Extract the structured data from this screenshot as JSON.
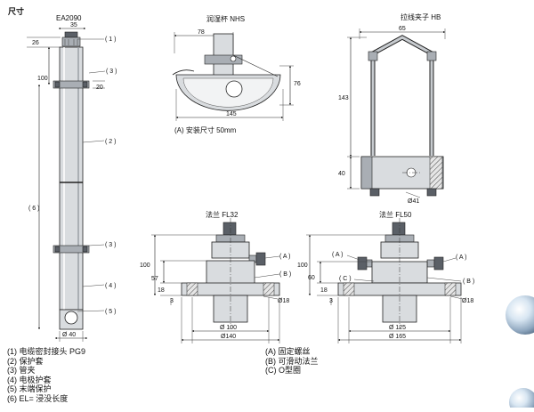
{
  "header": {
    "title": "尺寸"
  },
  "ea2090": {
    "title": "EA2090",
    "dims": {
      "d35": "35",
      "d26": "26",
      "d100": "100",
      "d20": "20",
      "d6": "( 6 )",
      "dia40": "Ø 40"
    },
    "callouts": [
      "( 1 )",
      "( 3 )",
      "( 2 )",
      "( 3 )",
      "( 4 )",
      "( 5 )"
    ]
  },
  "nhs": {
    "title": "润湿杯 NHS",
    "dims": {
      "d78": "78",
      "d76": "76",
      "d145": "145"
    },
    "note": "(A) 安装尺寸 50mm"
  },
  "hb": {
    "title": "拉线夹子 HB",
    "dims": {
      "d65": "65",
      "d143": "143",
      "d40": "40",
      "dia41": "Ø41"
    }
  },
  "fl32": {
    "title": "法兰 FL32",
    "dims": {
      "d100": "100",
      "d57": "57",
      "d18": "18",
      "d3": "3",
      "dia18": "Ø18",
      "dia100": "Ø 100",
      "dia140": "Ø140"
    },
    "callouts": [
      "( A )",
      "( B )"
    ]
  },
  "fl50": {
    "title": "法兰 FL50",
    "dims": {
      "d100": "100",
      "d60": "60",
      "d18": "18",
      "d3": "3",
      "dia18": "Ø18",
      "dia125": "Ø 125",
      "dia165": "Ø 165"
    },
    "callouts": [
      "( A )",
      "( A )",
      "( C )",
      "( B )"
    ]
  },
  "legend_left": [
    "(1)  电缆密封接头 PG9",
    "(2)  保护套",
    "(3)  管夹",
    "(4)  电极护套",
    "(5)  末端保护",
    "(6)  EL= 浸没长度"
  ],
  "legend_right": [
    "(A)  固定螺丝",
    "(B)  可滑动法兰",
    "(C)  O型圈"
  ]
}
